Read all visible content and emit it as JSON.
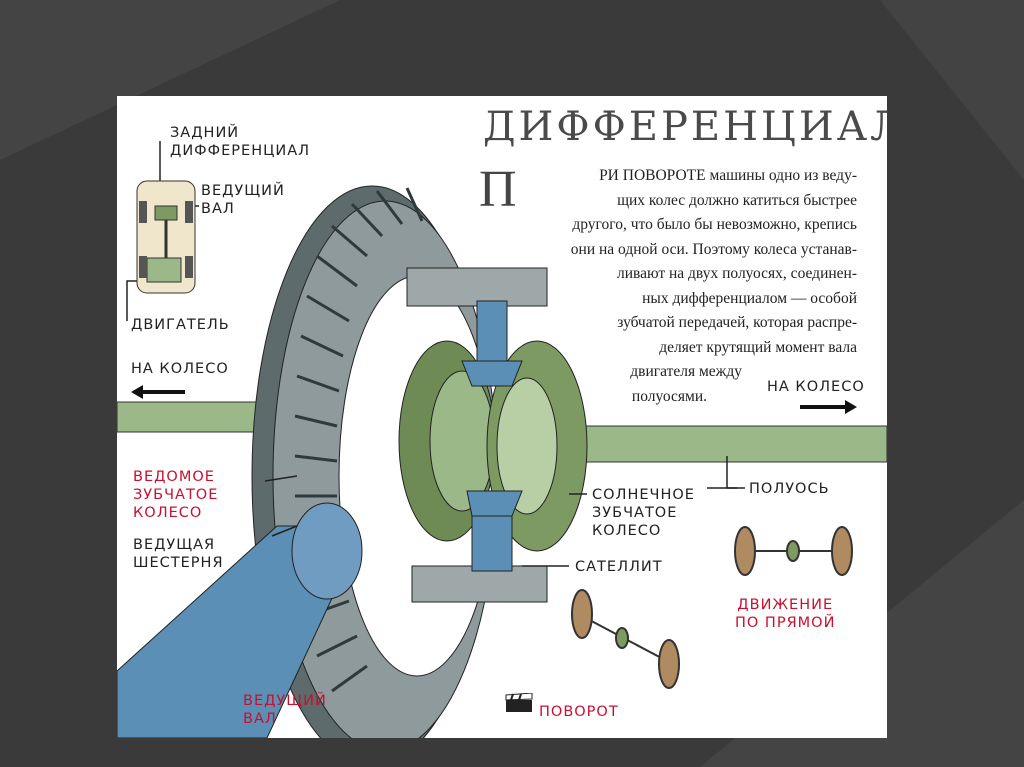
{
  "title": "ДИФФЕРЕНЦИАЛ",
  "paragraph": {
    "drop_cap": "П",
    "lines": [
      "РИ ПОВОРОТЕ машины одно из веду-",
      "щих колес должно катиться быстрее",
      "другого, что было бы невозможно, крепись",
      "они на одной оси. Поэтому колеса устанав-",
      "ливают на двух полуосях, соединен-",
      "ных дифференциалом — особой",
      "зубчатой передачей, которая распре-",
      "деляет крутящий момент вала",
      "двигателя между",
      "полуосями."
    ]
  },
  "labels": {
    "rear_diff": [
      "ЗАДНИЙ",
      "ДИФФЕРЕНЦИАЛ"
    ],
    "drive_shaft_top": [
      "ВЕДУЩИЙ",
      "ВАЛ"
    ],
    "engine": "ДВИГАТЕЛЬ",
    "to_wheel_left": "НА КОЛЕСО",
    "to_wheel_right": "НА КОЛЕСО",
    "driven_gear": [
      "ВЕДОМОЕ",
      "ЗУБЧАТОЕ",
      "КОЛЕСО"
    ],
    "drive_pinion": [
      "ВЕДУЩАЯ",
      "ШЕСТЕРНЯ"
    ],
    "sun_gear": [
      "СОЛНЕЧНОЕ",
      "ЗУБЧАТОЕ",
      "КОЛЕСО"
    ],
    "half_shaft": "ПОЛУОСЬ",
    "satellite": "САТЕЛЛИТ",
    "straight_motion": [
      "ДВИЖЕНИЕ",
      "ПО ПРЯМОЙ"
    ],
    "turn": "ПОВОРОТ",
    "drive_shaft_bottom": [
      "ВЕДУЩИЙ",
      "ВАЛ"
    ]
  },
  "colors": {
    "slide_background": "#3a3a3a",
    "red_labels": "#c8102e",
    "shaft_green": "#9ab888",
    "shaft_blue": "#5b8fb5",
    "gear_gray": "#7d8a8c",
    "sun_gear_green": "#7d9a62"
  }
}
